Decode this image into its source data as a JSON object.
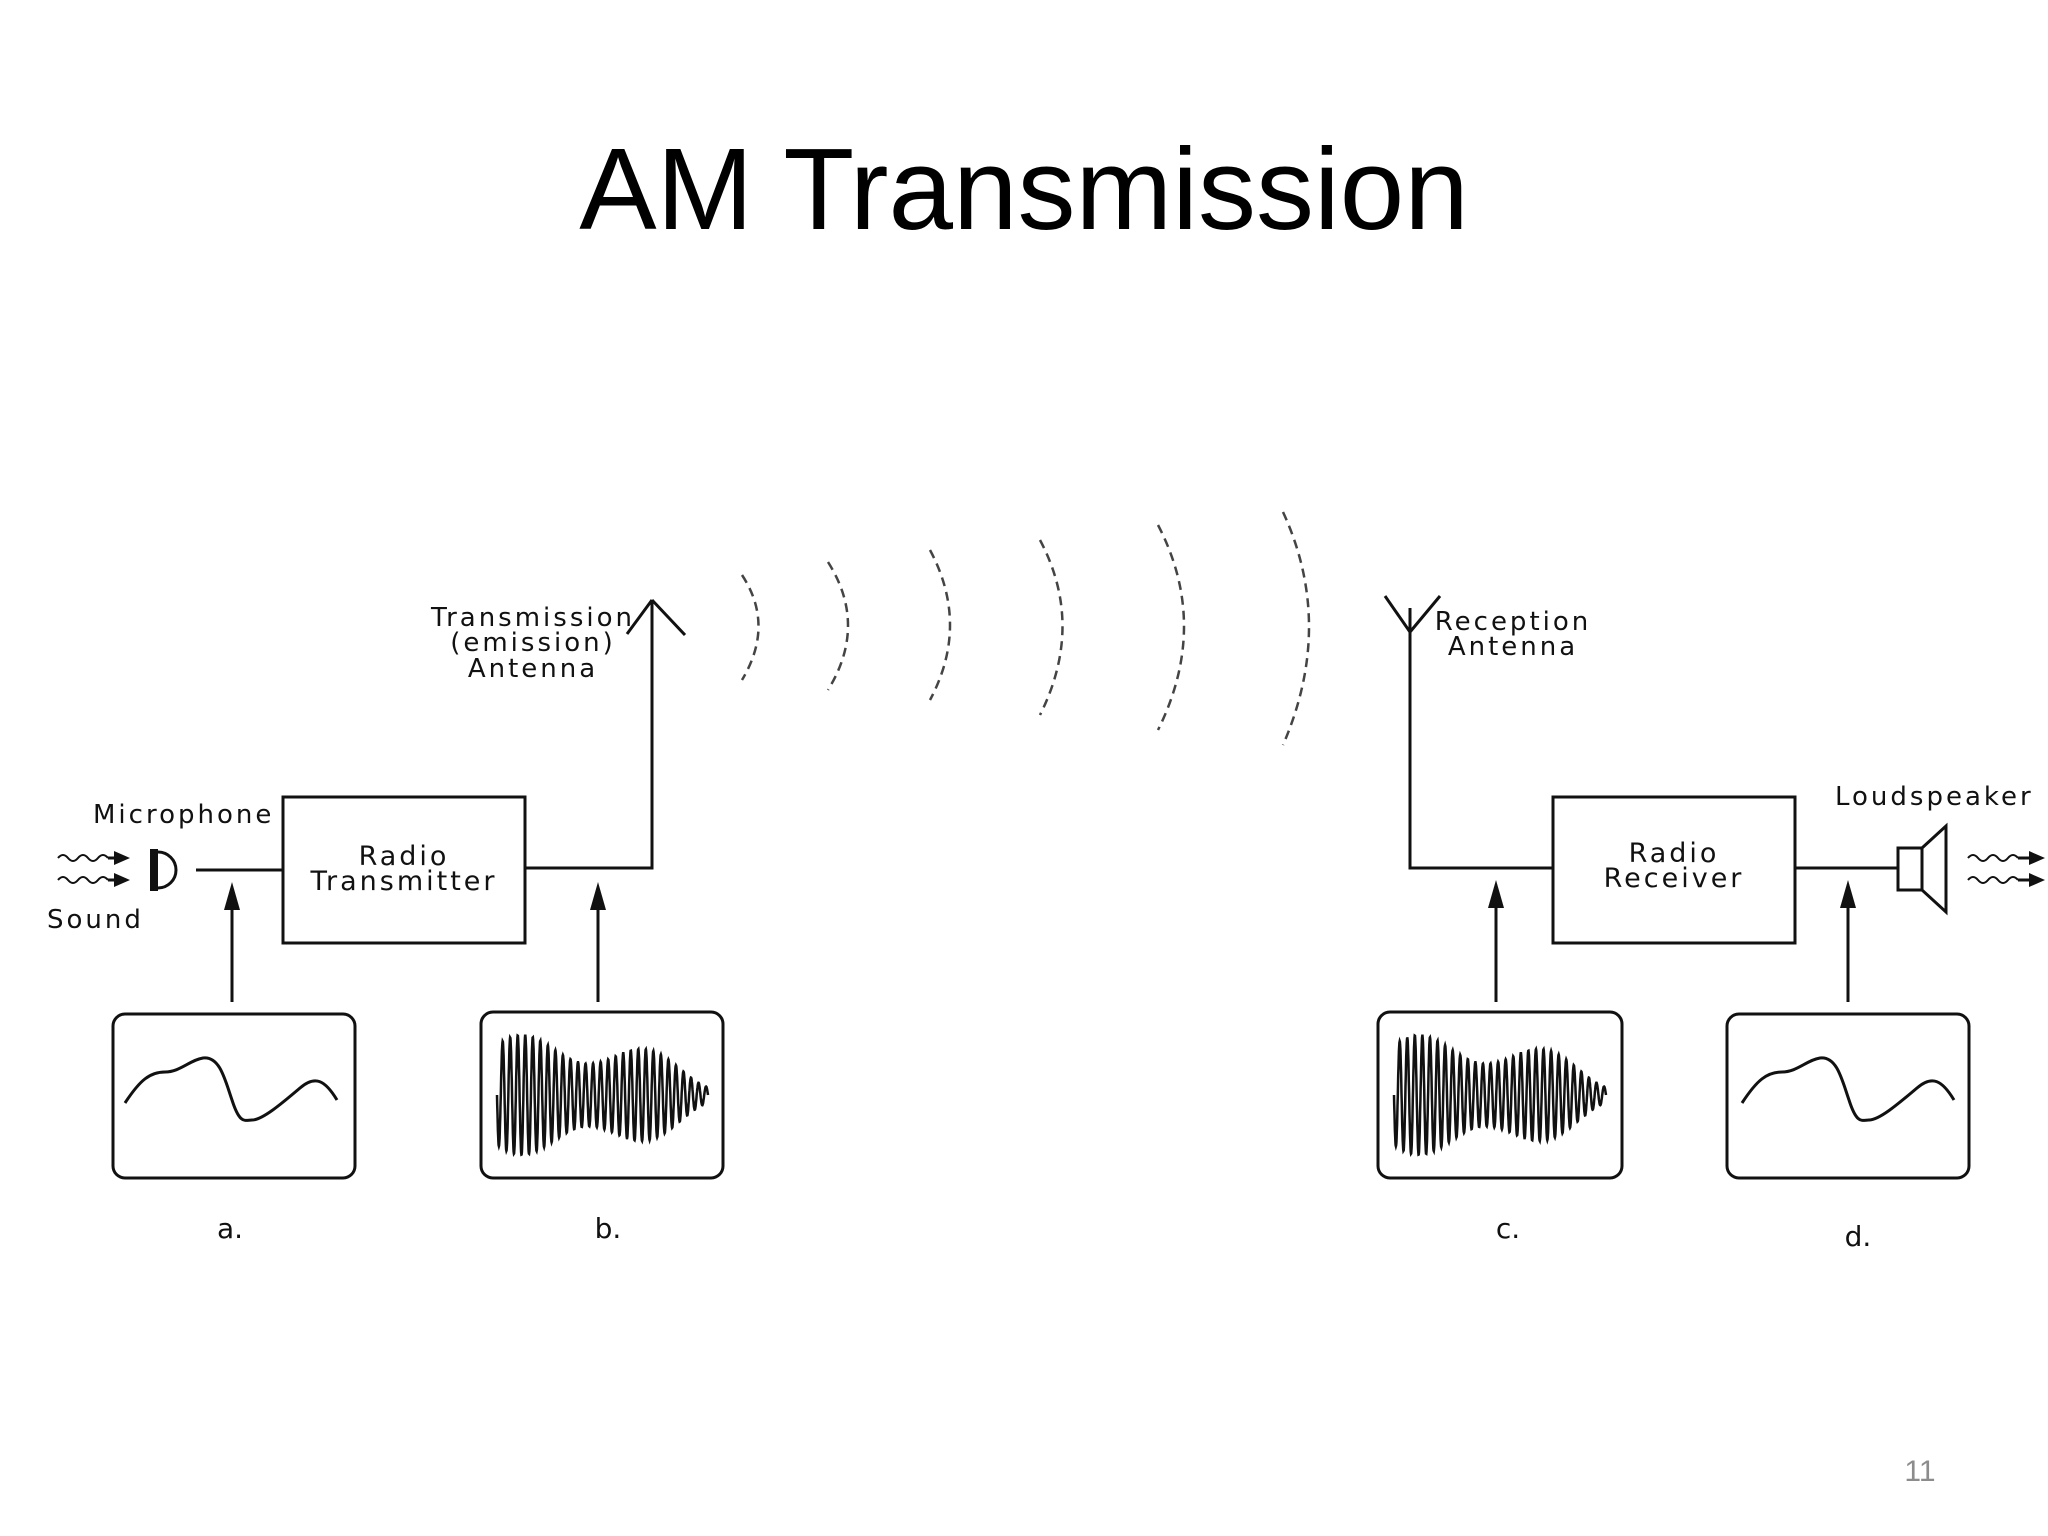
{
  "title": "AM Transmission",
  "page_number": "11",
  "labels": {
    "microphone": "Microphone",
    "sound": "Sound",
    "transmission_antenna": [
      "Transmission",
      "(emission)",
      "Antenna"
    ],
    "reception_antenna": [
      "Reception",
      "Antenna"
    ],
    "loudspeaker": "Loudspeaker"
  },
  "boxes": {
    "transmitter": [
      "Radio",
      "Transmitter"
    ],
    "receiver": [
      "Radio",
      "Receiver"
    ]
  },
  "captions": {
    "a": "a.",
    "b": "b.",
    "c": "c.",
    "d": "d."
  }
}
